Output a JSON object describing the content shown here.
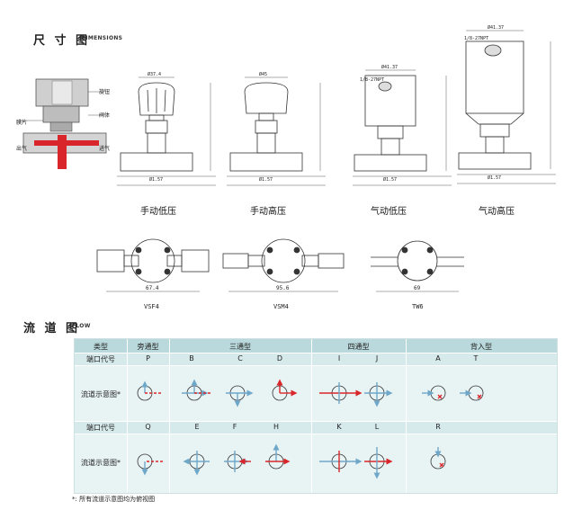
{
  "dimensions_section": {
    "title_cn": "尺 寸 图",
    "title_en": "DIMENSIONS"
  },
  "flow_section": {
    "title_cn": "流 道 图",
    "title_en": "FLOW"
  },
  "cutaway_labels": {
    "handle": "旋钮",
    "valve_body": "阀体",
    "inlet": "出气",
    "outlet": "进气",
    "diaphragm": "膜片"
  },
  "views": [
    {
      "caption": "手动低压"
    },
    {
      "caption": "手动高压"
    },
    {
      "caption": "气动低压"
    },
    {
      "caption": "气动高压"
    }
  ],
  "bottom_views": [
    {
      "label": "VSF4",
      "dim": "67.4"
    },
    {
      "label": "VSM4",
      "dim": "95.6"
    },
    {
      "label": "TW6",
      "dim": "69"
    }
  ],
  "drawing_text": {
    "d1": "Ø37.4",
    "d2": "Ø45",
    "d3": "Ø41.37",
    "d4": "Ø41.37",
    "d5": "1/8-27NPT",
    "d6": "1/8-27NPT",
    "b1": "Ø1.57",
    "b2": "Ø1.57",
    "b3": "Ø1.57",
    "b4": "Ø1.57"
  },
  "flow_table": {
    "header_type": "类型",
    "groups": [
      "旁通型",
      "三通型",
      "四通型",
      "背入型"
    ],
    "port_label": "端口代号",
    "diagram_label": "流道示意图*",
    "row1_codes": [
      "P",
      "B",
      "C",
      "D",
      "I",
      "J",
      "A",
      "T"
    ],
    "row2_codes": [
      "Q",
      "E",
      "F",
      "H",
      "K",
      "L",
      "R"
    ],
    "colors": {
      "red": "#d9262a",
      "blue": "#6fa7c9",
      "header": "#b9d9dc",
      "body": "#e8f3f4"
    }
  },
  "footnote": "*: 所有流道示意图均为俯视图"
}
